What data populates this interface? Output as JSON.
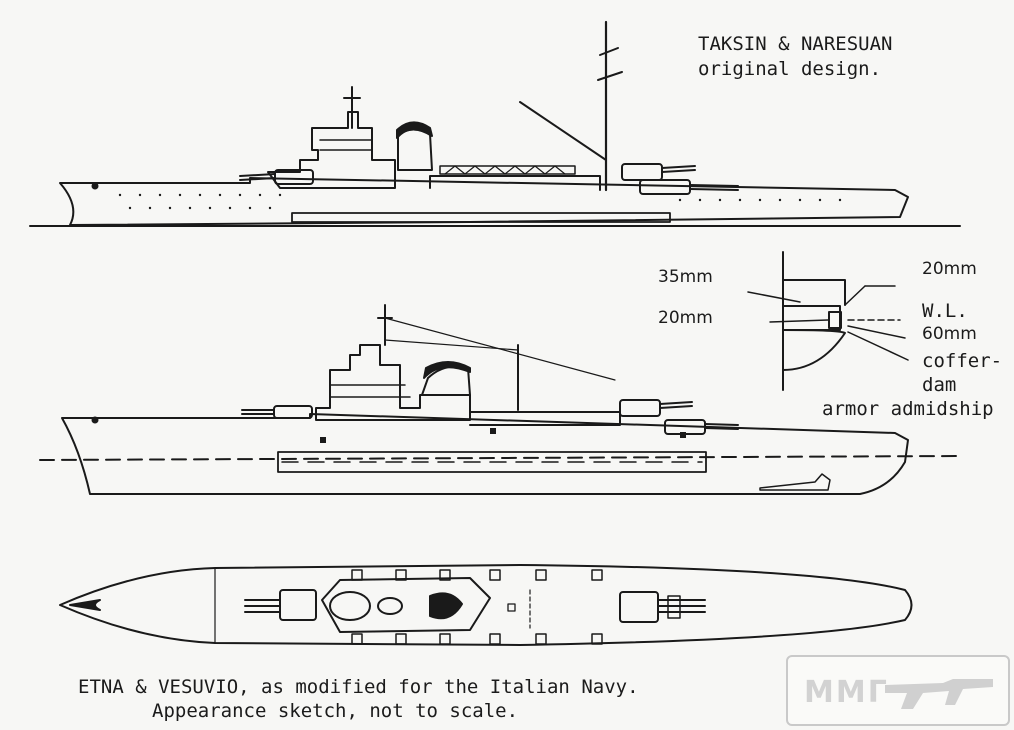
{
  "top_title": {
    "line1": "TAKSIN & NARESUAN",
    "line2": "original design."
  },
  "armor_section": {
    "label_35mm": "35mm",
    "label_20mm_left": "20mm",
    "label_20mm_right": "20mm",
    "label_wl": "W.L.",
    "label_60mm": "60mm",
    "label_coffer": "coffer-",
    "label_dam": "dam",
    "caption": "armor admidship"
  },
  "bottom_caption": {
    "line1": "ETNA & VESUVIO, as modified for the Italian Navy.",
    "line2": "Appearance sketch, not to scale."
  },
  "watermark": {
    "text": "ММГ"
  }
}
